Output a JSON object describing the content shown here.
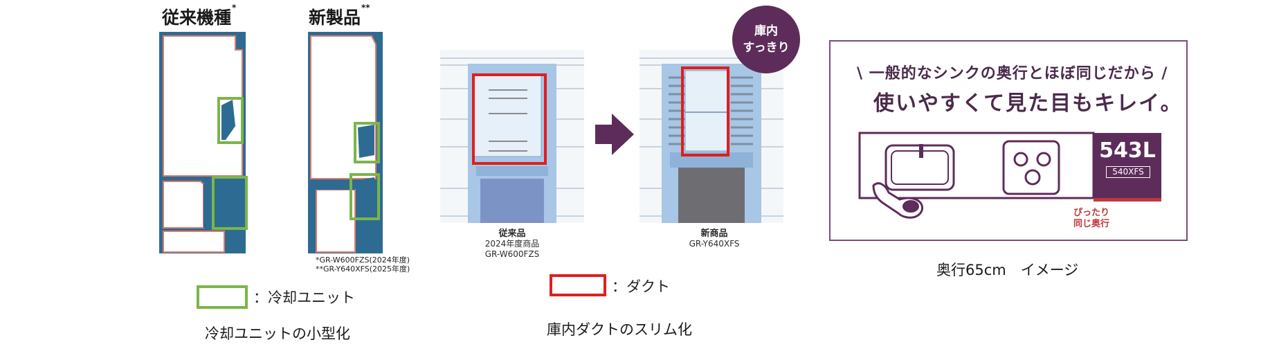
{
  "compact_unit": {
    "old_label": "従来機種",
    "old_mark": "*",
    "new_label": "新製品",
    "new_mark": "**",
    "footnote1": "*GR-W600FZS(2024年度)",
    "footnote2": "**GR-Y640XFS(2025年度)",
    "legend_text": "：冷却ユニット",
    "caption": "冷却ユニットの小型化",
    "colors": {
      "unit_fill": "#2e6b93",
      "compartment_outline": "#e07b6a",
      "unit_box": "#7ab648"
    }
  },
  "slim_duct": {
    "old_title": "従来品",
    "old_year": "2024年度商品",
    "old_model": "GR-W600FZS",
    "new_title": "新商品",
    "new_model": "GR-Y640XFS",
    "badge_line1": "庫内",
    "badge_line2": "すっきり",
    "legend_text": "：ダクト",
    "caption": "庫内ダクトのスリム化",
    "colors": {
      "duct_box": "#e01e1e",
      "arrow": "#5d2c5a",
      "badge": "#5d2c5a"
    }
  },
  "depth": {
    "line1": "一般的なシンクの奥行とほぼ同じだから",
    "line2": "使いやすくて見た目もキレイ。",
    "capacity": "543L",
    "model": "540XFS",
    "fit_line1": "ぴったり",
    "fit_line2": "同じ奥行",
    "caption": "奥行65cm　イメージ",
    "colors": {
      "accent": "#5d2c5a",
      "fit": "#c0393b"
    }
  }
}
